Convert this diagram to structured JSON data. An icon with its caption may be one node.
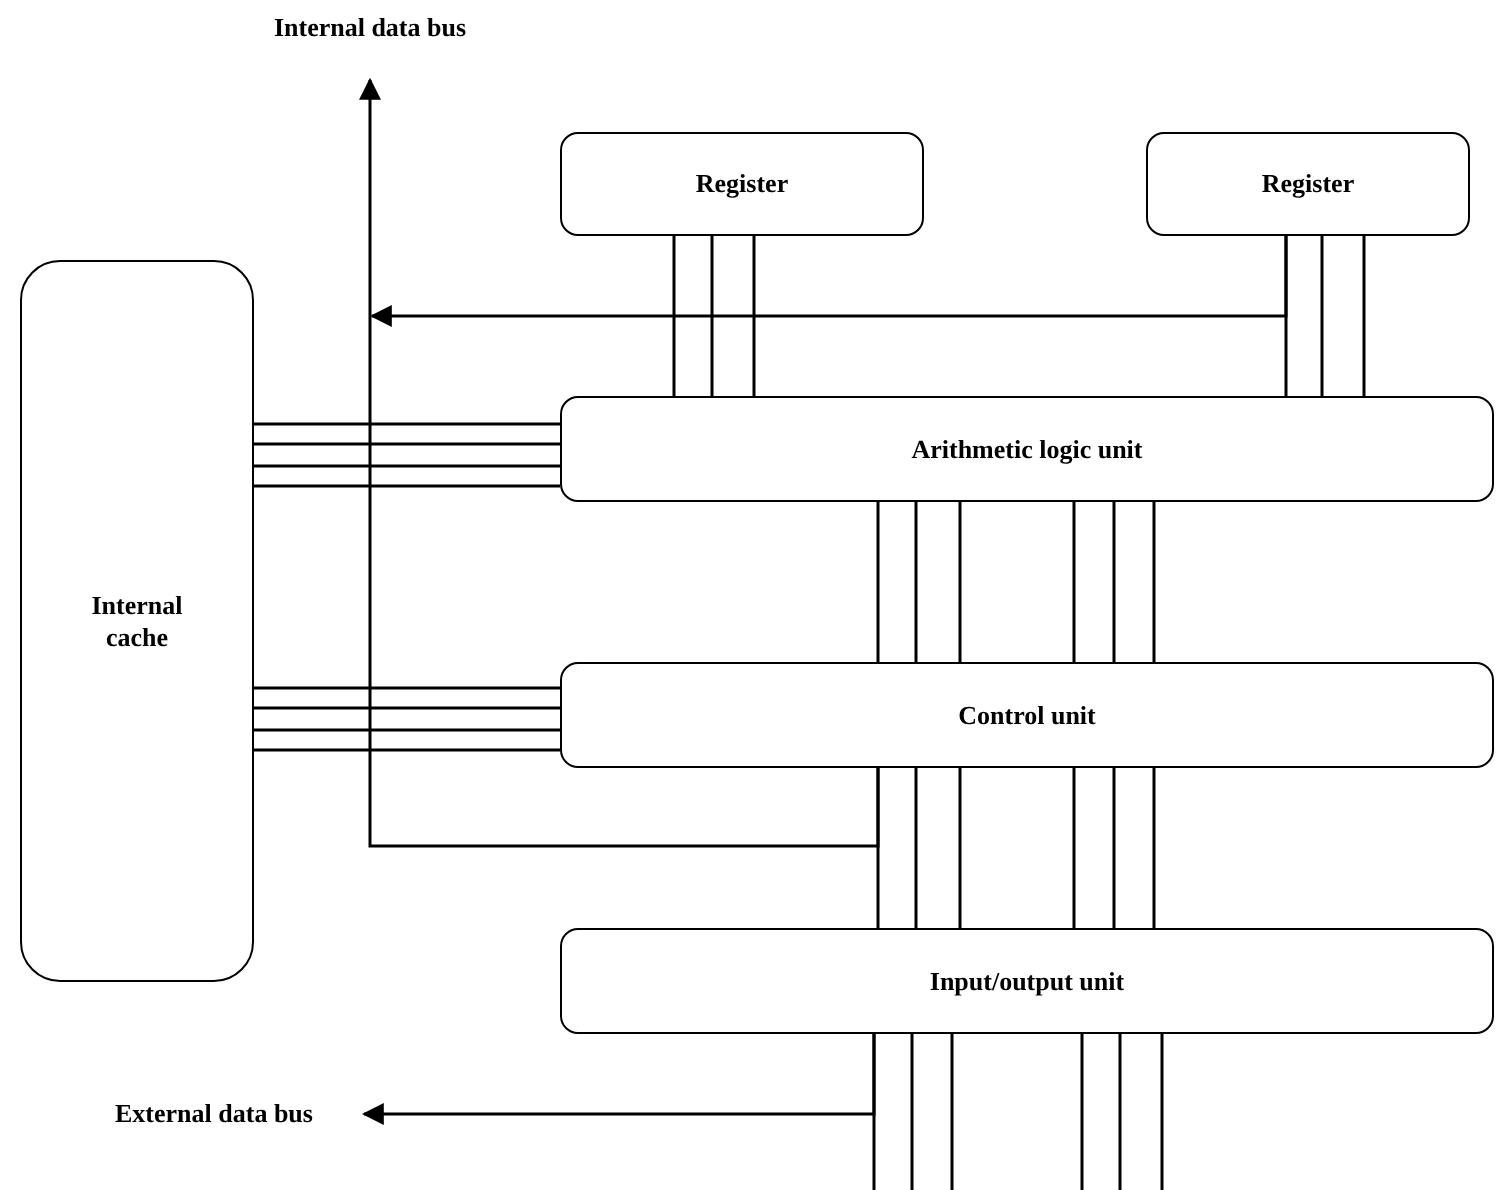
{
  "diagram": {
    "nodes": [
      {
        "text": [
          "Internal data bus"
        ]
      },
      {
        "text": [
          "Register"
        ]
      },
      {
        "text": [
          "Register"
        ]
      },
      {
        "text": [
          "Internal cache"
        ]
      },
      {
        "text": [
          "Arithmetic logic unit"
        ]
      },
      {
        "text": [
          "Control unit"
        ]
      },
      {
        "text": [
          "Input/output unit"
        ]
      },
      {
        "text": [
          "External data bus"
        ]
      }
    ],
    "edges": [
      {
        "from": 1,
        "to": 4,
        "arrow": "none"
      },
      {
        "from": 2,
        "to": 4,
        "arrow": "none"
      },
      {
        "from": 3,
        "to": 4,
        "arrow": "none"
      },
      {
        "from": 3,
        "to": 5,
        "arrow": "none"
      },
      {
        "from": 4,
        "to": 5,
        "arrow": "none"
      },
      {
        "from": 4,
        "to": 5,
        "arrow": "none"
      },
      {
        "from": 5,
        "to": 6,
        "arrow": "none"
      },
      {
        "from": 5,
        "to": 6,
        "arrow": "none"
      },
      {
        "from": 6,
        "to": null,
        "arrow": "none"
      },
      {
        "from": 6,
        "to": null,
        "arrow": "none"
      },
      {
        "from": 2,
        "to": null,
        "arrow": "to"
      },
      {
        "from": 5,
        "to": 0,
        "arrow": "to"
      },
      {
        "from": 6,
        "to": 7,
        "arrow": "to"
      }
    ]
  }
}
